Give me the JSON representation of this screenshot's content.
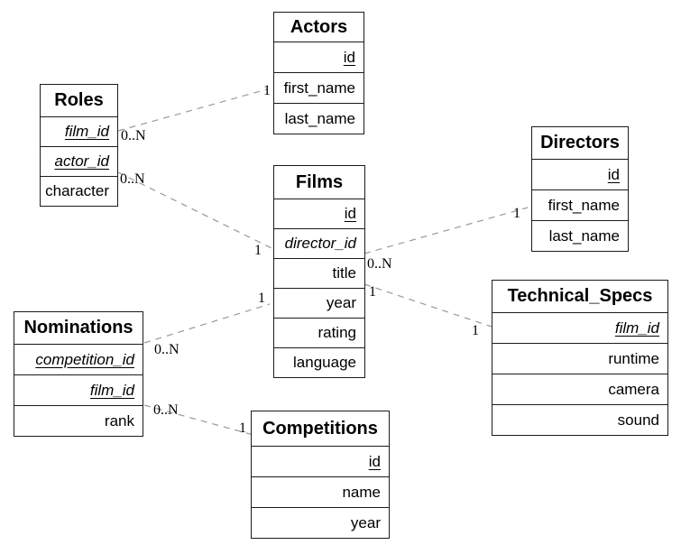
{
  "tables": [
    {
      "name": "Roles",
      "fields": [
        {
          "label": "film_id",
          "key": "primary-foreign"
        },
        {
          "label": "actor_id",
          "key": "primary-foreign"
        },
        {
          "label": "character",
          "key": "none"
        }
      ]
    },
    {
      "name": "Actors",
      "fields": [
        {
          "label": "id",
          "key": "primary"
        },
        {
          "label": "first_name",
          "key": "none"
        },
        {
          "label": "last_name",
          "key": "none"
        }
      ]
    },
    {
      "name": "Films",
      "fields": [
        {
          "label": "id",
          "key": "primary"
        },
        {
          "label": "director_id",
          "key": "foreign"
        },
        {
          "label": "title",
          "key": "none"
        },
        {
          "label": "year",
          "key": "none"
        },
        {
          "label": "rating",
          "key": "none"
        },
        {
          "label": "language",
          "key": "none"
        }
      ]
    },
    {
      "name": "Directors",
      "fields": [
        {
          "label": "id",
          "key": "primary"
        },
        {
          "label": "first_name",
          "key": "none"
        },
        {
          "label": "last_name",
          "key": "none"
        }
      ]
    },
    {
      "name": "Nominations",
      "fields": [
        {
          "label": "competition_id",
          "key": "primary-foreign"
        },
        {
          "label": "film_id",
          "key": "primary-foreign"
        },
        {
          "label": "rank",
          "key": "none"
        }
      ]
    },
    {
      "name": "Technical_Specs",
      "fields": [
        {
          "label": "film_id",
          "key": "primary-foreign"
        },
        {
          "label": "runtime",
          "key": "none"
        },
        {
          "label": "camera",
          "key": "none"
        },
        {
          "label": "sound",
          "key": "none"
        }
      ]
    },
    {
      "name": "Competitions",
      "fields": [
        {
          "label": "id",
          "key": "primary"
        },
        {
          "label": "name",
          "key": "none"
        },
        {
          "label": "year",
          "key": "none"
        }
      ]
    }
  ],
  "relationships": [
    {
      "from": "Roles",
      "to": "Actors",
      "from_card": "0..N",
      "to_card": "1"
    },
    {
      "from": "Roles",
      "to": "Films",
      "from_card": "0..N",
      "to_card": "1"
    },
    {
      "from": "Films",
      "to": "Directors",
      "from_card": "0..N",
      "to_card": "1"
    },
    {
      "from": "Films",
      "to": "Technical_Specs",
      "from_card": "1",
      "to_card": "1"
    },
    {
      "from": "Nominations",
      "to": "Films",
      "from_card": "0..N",
      "to_card": "1"
    },
    {
      "from": "Nominations",
      "to": "Competitions",
      "from_card": "0..N",
      "to_card": "1"
    }
  ],
  "colors": {
    "background": "#ffffff",
    "border": "#1b1b1b",
    "text": "#000000",
    "relationship_line": "#999999"
  }
}
